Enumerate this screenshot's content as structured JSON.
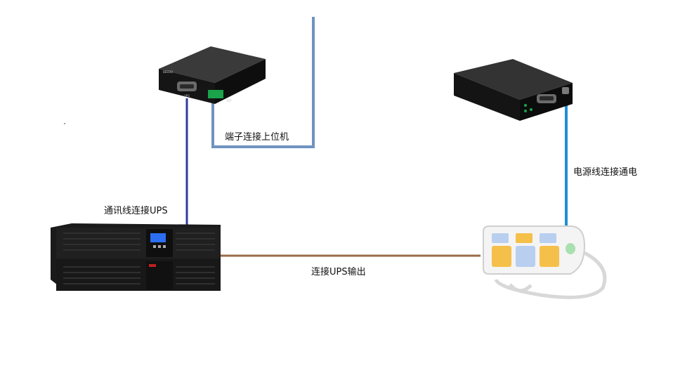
{
  "labels": {
    "terminal_to_pc": "端子连接上位机",
    "comm_to_ups": "通讯线连接UPS",
    "ups_output": "连接UPS输出",
    "power_cord": "电源线连接通电"
  },
  "device_marks": {
    "left_box_brand": "BEEDO",
    "left_box_port_a": "UPS",
    "left_box_port_b": "TCP"
  },
  "colors": {
    "pc_cable": "#6f93c0",
    "comm_cable": "#2e3c9c",
    "output_cable": "#9a6c4a",
    "power_cable": "#1e8fd6",
    "device_body": "#1d1d1d",
    "ups_body": "#181818"
  },
  "icons": {
    "left_device": "rs232-converter-box",
    "right_device": "monitor-box",
    "ups": "rack-ups",
    "strip": "power-strip"
  }
}
